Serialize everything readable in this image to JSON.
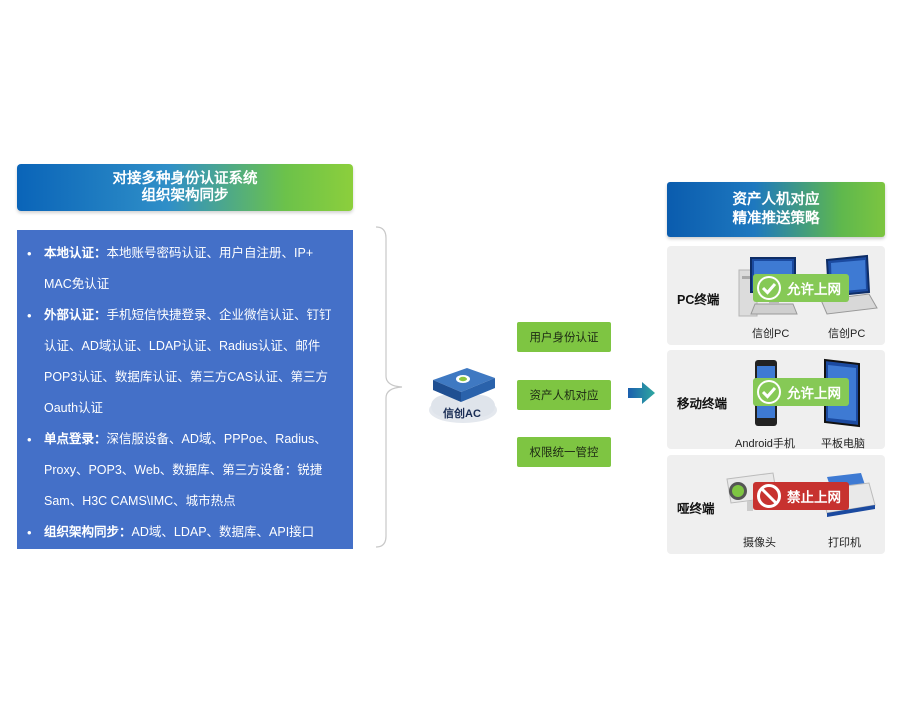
{
  "left": {
    "title_line1": "对接多种身份认证系统",
    "title_line2": "组织架构同步",
    "items": [
      {
        "label": "本地认证：",
        "text": "本地账号密码认证、用户自注册、IP+MAC免认证",
        "lines": [
          "本地账号密码认证、用户自注册、IP+",
          "MAC免认证"
        ]
      },
      {
        "label": "外部认证：",
        "lines": [
          "手机短信快捷登录、企业微信认证、钉钉",
          "认证、AD域认证、LDAP认证、Radius认证、邮件",
          "POP3认证、数据库认证、第三方CAS认证、第三方",
          "Oauth认证"
        ]
      },
      {
        "label": "单点登录：",
        "lines": [
          "深信服设备、AD域、PPPoe、Radius、",
          "Proxy、POP3、Web、数据库、第三方设备：锐捷",
          "Sam、H3C CAMS\\IMC、城市热点"
        ]
      },
      {
        "label": "组织架构同步：",
        "lines": [
          "AD域、LDAP、数据库、API接口"
        ]
      }
    ]
  },
  "center": {
    "device_label": "信创AC",
    "features": [
      "用户身份认证",
      "资产人机对应",
      "权限统一管控"
    ]
  },
  "right": {
    "title_line1": "资产人机对应",
    "title_line2": "精准推送策略",
    "cards": [
      {
        "title": "PC终端",
        "badge": "允许上网",
        "cap1": "信创PC",
        "cap2": "信创PC"
      },
      {
        "title": "移动终端",
        "badge": "允许上网",
        "cap1": "Android手机",
        "cap2": "平板电脑"
      },
      {
        "title": "哑终端",
        "badge": "禁止上网",
        "cap1": "摄像头",
        "cap2": "打印机"
      }
    ]
  },
  "colors": {
    "panel_blue": "#4470c8",
    "feature_green": "#7ec542",
    "allow_green": "#86c956",
    "deny_red": "#c7322f"
  }
}
